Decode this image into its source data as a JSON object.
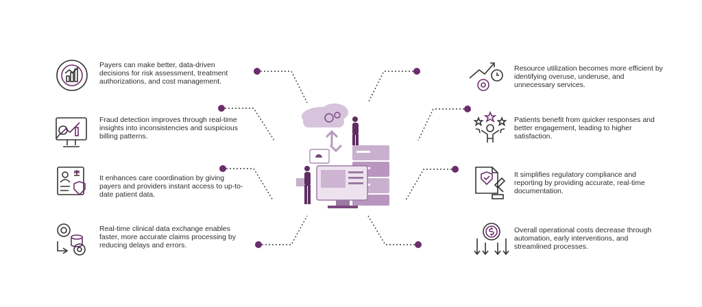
{
  "accent_color": "#6b2d6b",
  "light_color": "#d9c5dd",
  "left_items": [
    {
      "icon": "data-analytics-icon",
      "text": "Payers can make better, data-driven decisions for risk assessment, treatment authorizations, and cost management."
    },
    {
      "icon": "fraud-detection-icon",
      "text": "Fraud detection improves through real-time insights into inconsistencies and suspicious billing patterns."
    },
    {
      "icon": "patient-record-icon",
      "text": "It enhances care coordination by giving payers and providers instant access to up-to-date patient data."
    },
    {
      "icon": "data-exchange-icon",
      "text": "Real-time clinical data exchange enables faster, more accurate claims processing by reducing delays and errors."
    }
  ],
  "right_items": [
    {
      "icon": "resource-utilization-icon",
      "text": "Resource utilization becomes more efficient by identifying overuse, underuse, and unnecessary services."
    },
    {
      "icon": "patient-satisfaction-icon",
      "text": "Patients benefit from quicker responses and better engagement, leading to higher satisfaction."
    },
    {
      "icon": "compliance-icon",
      "text": "It simplifies regulatory compliance and reporting by providing accurate, real-time documentation."
    },
    {
      "icon": "cost-decrease-icon",
      "text": "Overall operational costs decrease through automation, early interventions, and streamlined processes."
    }
  ]
}
